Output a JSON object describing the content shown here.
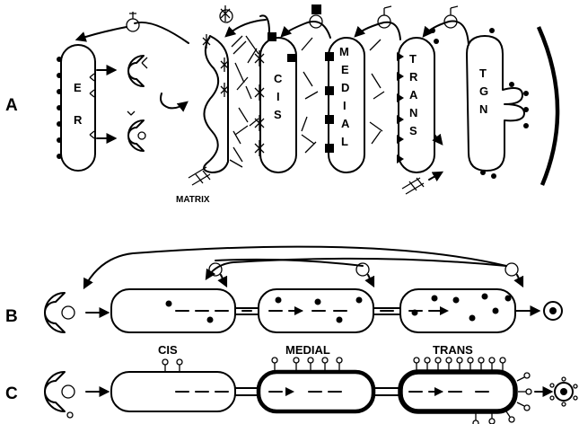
{
  "panels": {
    "a": "A",
    "b": "B",
    "c": "C"
  },
  "panel_a": {
    "er_letters": [
      "E",
      "R"
    ],
    "cis_letters": [
      "C",
      "I",
      "S"
    ],
    "medial_letters": [
      "M",
      "E",
      "D",
      "I",
      "A",
      "L"
    ],
    "trans_letters": [
      "T",
      "R",
      "A",
      "N",
      "S"
    ],
    "tgn_letters": [
      "T",
      "G",
      "N"
    ],
    "matrix_label": "MATRIX"
  },
  "row_labels": {
    "cis": "CIS",
    "medial": "MEDIAL",
    "trans": "TRANS"
  }
}
